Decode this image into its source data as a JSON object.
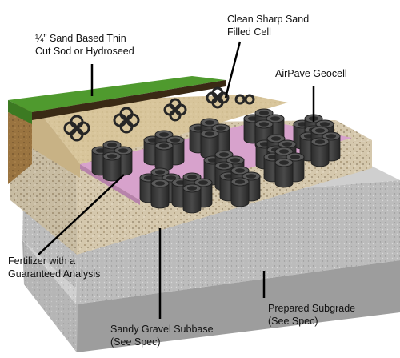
{
  "labels": {
    "sod": {
      "line1": "¼” Sand Based Thin",
      "line2": "Cut Sod or Hydroseed"
    },
    "sand": {
      "line1": "Clean Sharp Sand",
      "line2": "Filled Cell"
    },
    "geocell": {
      "line1": "AirPave Geocell"
    },
    "fertilizer": {
      "line1": "Fertilizer with a",
      "line2": "Guaranteed Analysis"
    },
    "subgrade": {
      "line1": "Prepared Subgrade",
      "line2": "(See Spec)"
    },
    "subbase": {
      "line1": "Sandy Gravel Subbase",
      "line2": "(See Spec)"
    }
  },
  "colors": {
    "grass": "#4f9a2e",
    "sand": "#d8c49a",
    "fabric": "#d9a6cf",
    "gravel": "#cfc2a8",
    "subgrade": "#bdbdbd",
    "geocell": "#3b3b3b"
  }
}
